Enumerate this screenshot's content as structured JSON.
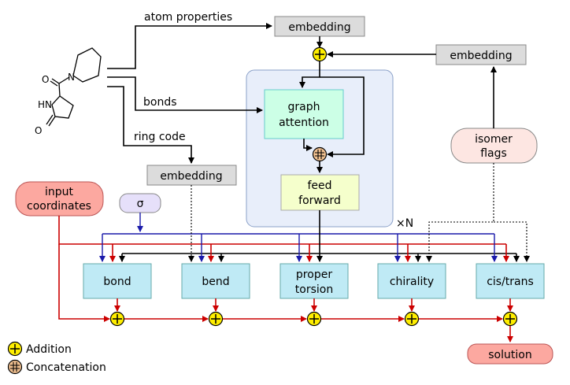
{
  "labels": {
    "atom_properties": "atom properties",
    "bonds": "bonds",
    "ring_code": "ring code",
    "times_n": "×N"
  },
  "boxes": {
    "embedding_atom": "embedding",
    "embedding_isomer": "embedding",
    "embedding_ring": "embedding",
    "graph_attention_1": "graph",
    "graph_attention_2": "attention",
    "feed_forward_1": "feed",
    "feed_forward_2": "forward",
    "isomer_flags_1": "isomer",
    "isomer_flags_2": "flags",
    "input_coordinates_1": "input",
    "input_coordinates_2": "coordinates",
    "sigma": "σ",
    "solution": "solution"
  },
  "terms": [
    {
      "line1": "bond",
      "line2": ""
    },
    {
      "line1": "bend",
      "line2": ""
    },
    {
      "line1": "proper",
      "line2": "torsion"
    },
    {
      "line1": "chirality",
      "line2": ""
    },
    {
      "line1": "cis/trans",
      "line2": ""
    }
  ],
  "molecule": {
    "atom_o1": "O",
    "atom_n1": "N",
    "atom_hn": "HN",
    "atom_o2": "O"
  },
  "legend": {
    "addition": "Addition",
    "concatenation": "Concatenation"
  },
  "colors": {
    "embedding": "#dcdcdc",
    "graph_attention": "#ccffe6",
    "feed_forward": "#f5ffcc",
    "term_box": "#bfeaf5",
    "block_bg": "#e8eefa",
    "input_coords": "#fca8a0",
    "isomer_flags": "#fde6e2",
    "sigma": "#e6e0fa",
    "solution": "#fca8a0",
    "addition": "#ffee00",
    "concatenation": "#f0c090"
  }
}
